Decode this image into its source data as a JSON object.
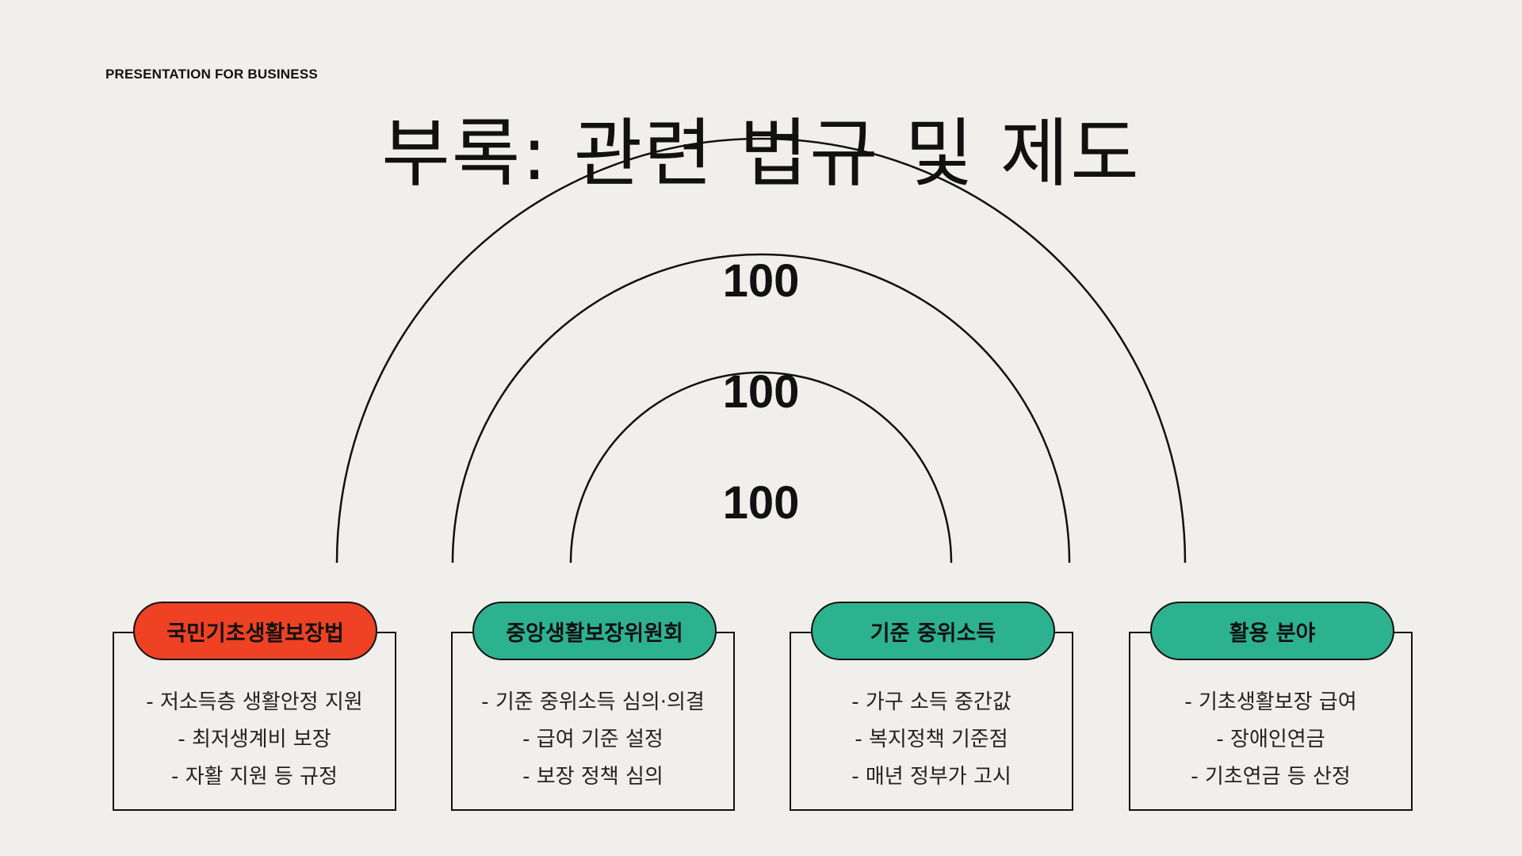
{
  "header": {
    "kicker": "PRESENTATION FOR BUSINESS",
    "title": "부록: 관련 법규 및 제도"
  },
  "arcs": {
    "labels": [
      "100",
      "100",
      "100"
    ]
  },
  "colors": {
    "background": "#f0efeb",
    "red": "#ef4123",
    "green": "#2db290",
    "line": "#111111"
  },
  "cards": [
    {
      "title": "국민기초생활보장법",
      "color": "red",
      "items": [
        "- 저소득층 생활안정 지원",
        "- 최저생계비 보장",
        "- 자활 지원 등 규정"
      ]
    },
    {
      "title": "중앙생활보장위원회",
      "color": "green",
      "items": [
        "- 기준 중위소득 심의·의결",
        "- 급여 기준 설정",
        "- 보장 정책 심의"
      ]
    },
    {
      "title": "기준 중위소득",
      "color": "green",
      "items": [
        "- 가구 소득 중간값",
        "- 복지정책 기준점",
        "- 매년 정부가 고시"
      ]
    },
    {
      "title": "활용 분야",
      "color": "green",
      "items": [
        "- 기초생활보장 급여",
        "- 장애인연금",
        "- 기초연금 등 산정"
      ]
    }
  ]
}
